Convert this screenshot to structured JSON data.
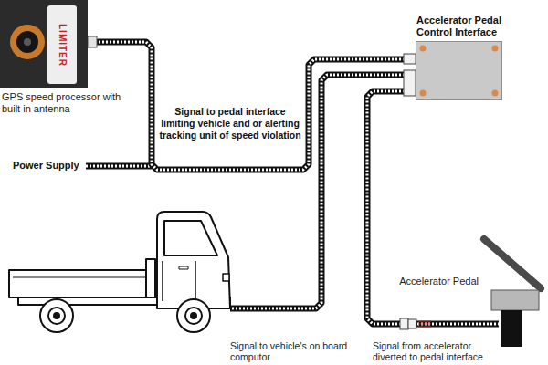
{
  "diagram": {
    "nodes": [
      {
        "text": [
          "LIMITER",
          "GPS speed processor with built in antenna"
        ]
      },
      {
        "text": [
          "Accelerator Pedal Control Interface"
        ]
      },
      {
        "text": [
          "Accelerator Pedal"
        ]
      }
    ],
    "edges": [
      {
        "from": 0,
        "to": 1,
        "arrow": "none",
        "label": "Signal to pedal interface limiting vehicle and or alerting tracking unit of speed violation"
      },
      {
        "from": 1,
        "to": 2,
        "arrow": "none",
        "label": "Signal from accelerator diverted to pedal interface"
      }
    ],
    "labels": [
      "Power Supply",
      "Signal to vehicle's on board computor"
    ]
  }
}
